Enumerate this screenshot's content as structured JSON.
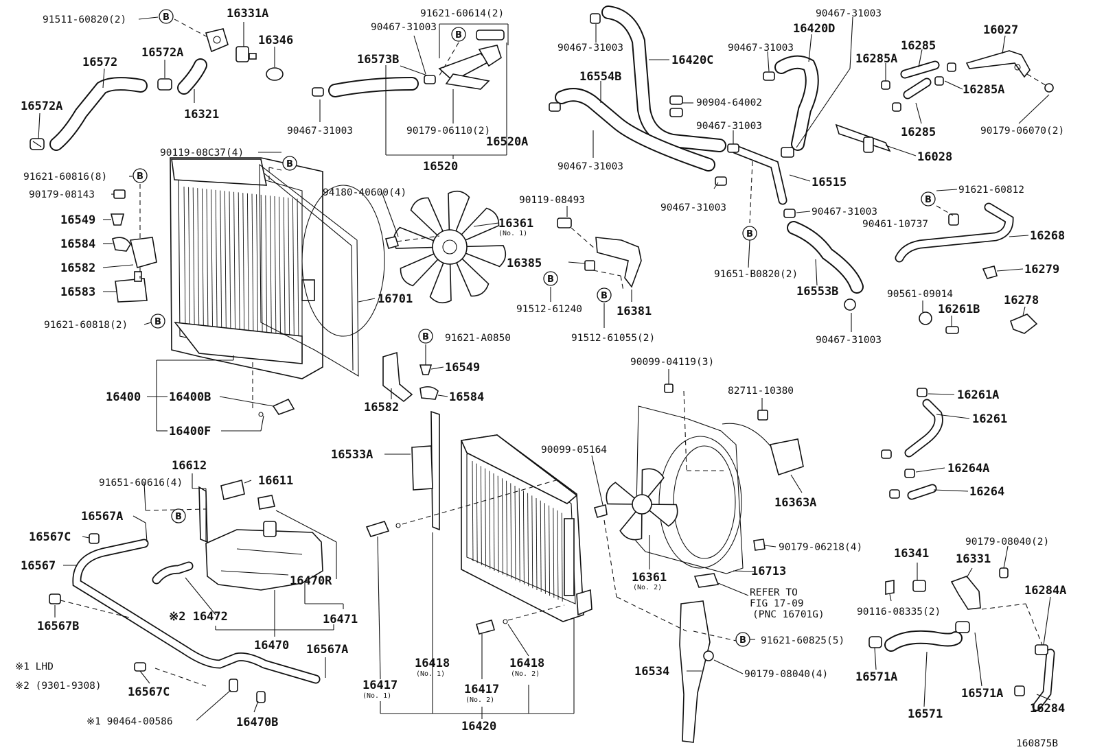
{
  "callouts": {
    "p91511_60820": "91511-60820(2)",
    "p16331A": "16331A",
    "p16346": "16346",
    "p16572": "16572",
    "p16572A_top": "16572A",
    "p16572A_left": "16572A",
    "p16321": "16321",
    "p91621_60614": "91621-60614(2)",
    "p90467_31003_a": "90467-31003",
    "p16573B": "16573B",
    "p90467_31003_b": "90467-31003",
    "p90179_06110": "90179-06110(2)",
    "p16520A": "16520A",
    "p16520": "16520",
    "p90467_31003_c": "90467-31003",
    "p16420C": "16420C",
    "p16554B": "16554B",
    "p90904_64002": "90904-64002",
    "p90467_31003_d": "90467-31003",
    "p90467_31003_e": "90467-31003",
    "p90467_31003_f": "90467-31003",
    "p16420D": "16420D",
    "p90467_31003_g": "90467-31003",
    "p90467_31003_h": "90467-31003",
    "p16515": "16515",
    "p90467_31003_i": "90467-31003",
    "p91651_B0820": "91651-B0820(2)",
    "p16553B": "16553B",
    "p90467_31003_j": "90467-31003",
    "p16027": "16027",
    "p16285_top": "16285",
    "p16285A_top": "16285A",
    "p16285A_right": "16285A",
    "p16285_bot": "16285",
    "p90179_06070": "90179-06070(2)",
    "p16028": "16028",
    "p91621_60812": "91621-60812",
    "p90461_10737": "90461-10737",
    "p16268": "16268",
    "p16279": "16279",
    "p90561_09014": "90561-09014",
    "p16261B": "16261B",
    "p16278": "16278",
    "p90119_08C37": "90119-08C37(4)",
    "p91621_60816": "91621-60816(8)",
    "p90179_08143": "90179-08143",
    "p16549_left": "16549",
    "p16584_left": "16584",
    "p16582_left": "16582",
    "p16583": "16583",
    "p91621_60818": "91621-60818(2)",
    "p94180_40600": "94180-40600(4)",
    "p16361_top": "16361",
    "p16361_top_sub": "(No. 1)",
    "p16701": "16701",
    "p90119_08493": "90119-08493",
    "p16385": "16385",
    "p91512_61240": "91512-61240",
    "p16381": "16381",
    "p91512_61055": "91512-61055(2)",
    "p16400": "16400",
    "p16400B": "16400B",
    "p16400F": "16400F",
    "p91621_A0850": "91621-A0850",
    "p16549_mid": "16549",
    "p16584_mid": "16584",
    "p16582_mid": "16582",
    "p90099_04119": "90099-04119(3)",
    "p82711_10380": "82711-10380",
    "p16363A": "16363A",
    "p90099_05164": "90099-05164",
    "p90179_06218": "90179-06218(4)",
    "p16713": "16713",
    "p16361_bot": "16361",
    "p16361_bot_sub": "(No. 2)",
    "refer1": "REFER TO",
    "refer2": "FIG 17-09",
    "refer3": "(PNC 16701G)",
    "p16261A": "16261A",
    "p16261": "16261",
    "p16264A": "16264A",
    "p16264": "16264",
    "p16533A": "16533A",
    "p16612": "16612",
    "p16611": "16611",
    "p91651_60616": "91651-60616(4)",
    "p16567A_top": "16567A",
    "p16567C_top": "16567C",
    "p16567": "16567",
    "p16567B": "16567B",
    "p16470R": "16470R",
    "p16471": "16471",
    "p16472": "※2 16472",
    "p16470": "16470",
    "p16567A_bot": "16567A",
    "p16567C_bot": "16567C",
    "p16470B": "16470B",
    "p90464_00586": "※1 90464-00586",
    "p16418_no1": "16418",
    "p16418_no1_sub": "(No. 1)",
    "p16418_no2": "16418",
    "p16418_no2_sub": "(No. 2)",
    "p16417_no1": "16417",
    "p16417_no1_sub": "(No. 1)",
    "p16417_no2": "16417",
    "p16417_no2_sub": "(No. 2)",
    "p16420": "16420",
    "p16534": "16534",
    "p91621_60825": "91621-60825(5)",
    "p90179_08040_bot": "90179-08040(4)",
    "p16341": "16341",
    "p16331": "16331",
    "p90179_08040_right": "90179-08040(2)",
    "p90116_08335": "90116-08335(2)",
    "p16284A": "16284A",
    "p16571A_left": "16571A",
    "p16571A_right": "16571A",
    "p16571": "16571",
    "p16284": "16284",
    "illustration_no": "160875B"
  },
  "notes": {
    "lhd": "※1 LHD",
    "range": "※2 (9301-9308)"
  },
  "marker_letter": "B"
}
